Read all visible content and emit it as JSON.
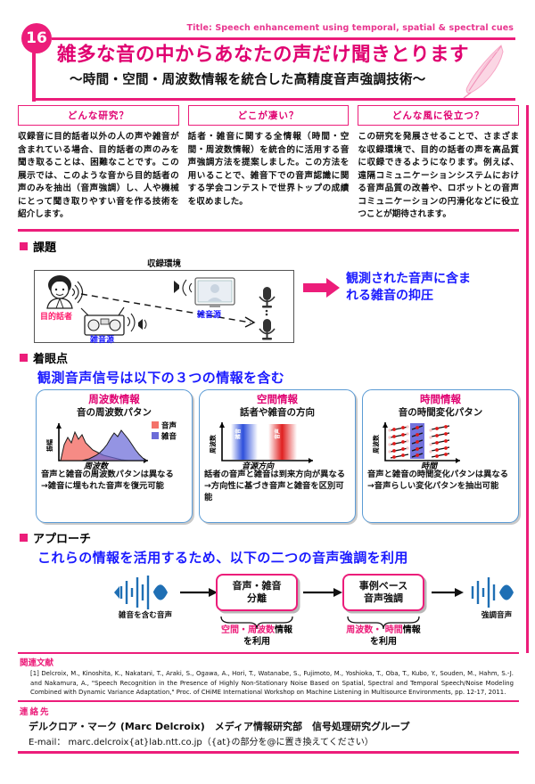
{
  "header": {
    "number": "16",
    "english_title": "Title: Speech enhancement using temporal, spatial & spectral cues",
    "japanese_title": "雑多な音の中からあなたの声だけ聞きとります",
    "japanese_subtitle": "〜時間・空間・周波数情報を統合した高精度音声強調技術〜",
    "accent_color": "#ec1d7a",
    "title_color": "#e00070",
    "blue_color": "#1a1aff"
  },
  "intro": {
    "columns": [
      {
        "heading": "どんな研究？",
        "body": "収録音に目的話者以外の人の声や雑音が含まれている場合、目的話者の声のみを聞き取ることは、困難なことです。この展示では、このような音から目的話者の声のみを抽出（音声強調）し、人や機械にとって聞き取りやすい音を作る技術を紹介します。"
      },
      {
        "heading": "どこが凄い？",
        "body": "話者・雑音に関する全情報（時間・空間・周波数情報）を統合的に活用する音声強調方法を提案しました。この方法を用いることで、雑音下での音声認識に関する学会コンテストで世界トップの成績を収めました。"
      },
      {
        "heading": "どんな風に役立つ？",
        "body": "この研究を発展させることで、さまざまな収録環境で、目的の話者の声を高品質に収録できるようになります。例えば、遠隔コミュニケーションシステムにおける音声品質の改善や、ロボットとの音声コミュニケーションの円滑化などに役立つことが期待されます。"
      }
    ]
  },
  "kadai": {
    "heading": "課題",
    "env_caption": "収録環境",
    "label_target_speaker": "目的話者",
    "label_noise_source_1": "雑音源",
    "label_noise_source_2": "雑音源",
    "goal_text": "観測された音声に含まれる雑音の抑圧"
  },
  "chakuganten": {
    "heading": "着眼点",
    "subtitle": "観測音声信号は以下の３つの情報を含む",
    "panels": [
      {
        "title": "周波数情報",
        "subtitle": "音の周波数パタン",
        "yaxis": "振幅",
        "xaxis": "周波数",
        "legend": [
          "音声",
          "雑音"
        ],
        "body": "音声と雑音の周波数パタンは異なる\n→雑音に埋もれた音声を復元可能"
      },
      {
        "title": "空間情報",
        "subtitle": "話者や雑音の方向",
        "yaxis": "周波数",
        "xaxis": "音源方向",
        "legend": [
          "雑音",
          "音声"
        ],
        "body": "話者の音声と雑音は到来方向が異なる\n→方向性に基づき音声と雑音を区別可能"
      },
      {
        "title": "時間情報",
        "subtitle": "音の時間変化パタン",
        "yaxis": "周波数",
        "xaxis": "時間",
        "legend": [],
        "body": "音声と雑音の時間変化パタンは異なる\n→音声らしい変化パタンを抽出可能"
      }
    ],
    "chart_data": [
      {
        "type": "area",
        "title": "音の周波数パタン",
        "xlabel": "周波数",
        "ylabel": "振幅",
        "series": [
          {
            "name": "音声",
            "color": "#f4726a",
            "values": [
              2,
              34,
              52,
              44,
              62,
              48,
              58,
              40,
              34,
              26,
              21,
              17,
              14,
              11,
              9,
              7,
              5,
              3,
              2,
              1
            ]
          },
          {
            "name": "雑音",
            "color": "#6b6bd8",
            "values": [
              1,
              3,
              5,
              7,
              10,
              13,
              17,
              22,
              30,
              40,
              52,
              47,
              56,
              50,
              44,
              33,
              24,
              15,
              8,
              2
            ]
          }
        ],
        "legend_position": "top-right",
        "grid": false
      },
      {
        "type": "heatmap",
        "title": "話者や雑音の方向",
        "xlabel": "音源方向",
        "ylabel": "周波数",
        "bands": [
          {
            "name": "雑音",
            "color": "#1f3fd0",
            "x_center": 0.3
          },
          {
            "name": "音声",
            "color": "#e03131",
            "x_center": 0.68
          }
        ],
        "grid": false
      },
      {
        "type": "scatter",
        "title": "音の時間変化パタン",
        "xlabel": "時間",
        "ylabel": "周波数",
        "highlight_band": {
          "color": "#5b5bd6",
          "x_start": 0.28,
          "x_end": 0.46
        },
        "point_color": "#e01b1b",
        "rows": 5,
        "grid": false
      }
    ]
  },
  "approach": {
    "heading": "アプローチ",
    "subtitle": "これらの情報を活用するため、以下の二つの音声強調を利用",
    "input_label": "雑音を含む音声",
    "output_label": "強調音声",
    "boxes": [
      {
        "label": "音声・雑音\n分離",
        "under_hot": "空間・周波数",
        "under_rest": "情報\nを利用"
      },
      {
        "label": "事例ベース\n音声強調",
        "under_hot": "周波数・ 時間",
        "under_rest": "情報\nを利用"
      }
    ]
  },
  "references": {
    "heading": "関連文献",
    "entry": "[1] Delcroix, M., Kinoshita, K., Nakatani, T., Araki, S., Ogawa, A., Hori, T., Watanabe, S., Fujimoto, M., Yoshioka, T., Oba, T., Kubo, Y., Souden, M., Hahm, S.-J. and Nakamura, A., \"Speech Recognition in the Presence of Highly Non-Stationary Noise Based on Spatial, Spectral and Temporal Speech/Noise Modeling Combined with Dynamic Variance Adaptation,\" Proc. of CHiME International Workshop on Machine Listening in Multisource Environments, pp. 12-17, 2011."
  },
  "contact": {
    "heading": "連絡先",
    "name": "デルクロア・マーク (Marc Delcroix)　メディア情報研究部　信号処理研究グループ",
    "email": "E-mail： marc.delcroix{at}lab.ntt.co.jp（{at}の部分を@に置き換えてください）"
  }
}
